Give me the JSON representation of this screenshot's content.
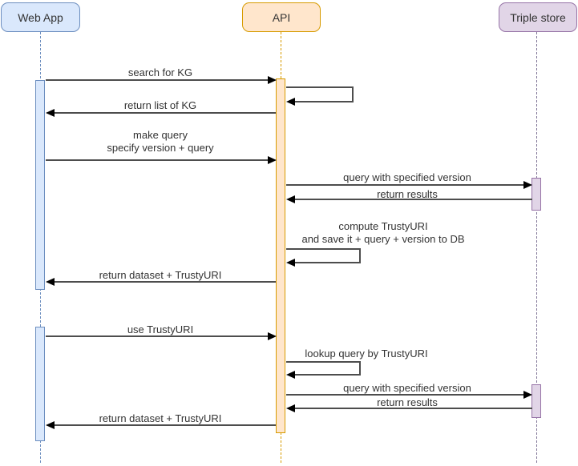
{
  "diagram": {
    "type": "sequence-diagram",
    "actors": [
      {
        "label": "Web App",
        "fill": "#dae8fc",
        "border": "#6c8ebf"
      },
      {
        "label": "API",
        "fill": "#ffe6cc",
        "border": "#d79b00"
      },
      {
        "label": "Triple store",
        "fill": "#e1d5e7",
        "border": "#9673a6"
      }
    ],
    "messages": [
      {
        "from": "Web App",
        "to": "API",
        "label": "search for KG"
      },
      {
        "from": "API",
        "to": "API",
        "label": ""
      },
      {
        "from": "API",
        "to": "Web App",
        "label": "return list of KG"
      },
      {
        "from": "Web App",
        "to": "API",
        "line1": "make query",
        "line2": "specify version + query"
      },
      {
        "from": "API",
        "to": "Triple store",
        "label": "query with specified version"
      },
      {
        "from": "Triple store",
        "to": "API",
        "label": "return results"
      },
      {
        "from": "API",
        "to": "API",
        "line1": "compute TrustyURI",
        "line2": "and save it + query + version to DB"
      },
      {
        "from": "API",
        "to": "Web App",
        "label": "return dataset + TrustyURI"
      },
      {
        "from": "Web App",
        "to": "API",
        "label": "use TrustyURI"
      },
      {
        "from": "API",
        "to": "API",
        "label": "lookup query by TrustyURI"
      },
      {
        "from": "API",
        "to": "Triple store",
        "label": "query with specified version"
      },
      {
        "from": "Triple store",
        "to": "API",
        "label": "return results"
      },
      {
        "from": "API",
        "to": "Web App",
        "label": "return dataset + TrustyURI"
      }
    ],
    "colors": {
      "background": "#ffffff",
      "message_line": "#4d4d4d",
      "arrowhead": "#000000",
      "text": "#333333",
      "lifeline_webapp": "#6c8ebf",
      "lifeline_api": "#d79b00",
      "lifeline_triple": "#7e7294"
    }
  }
}
